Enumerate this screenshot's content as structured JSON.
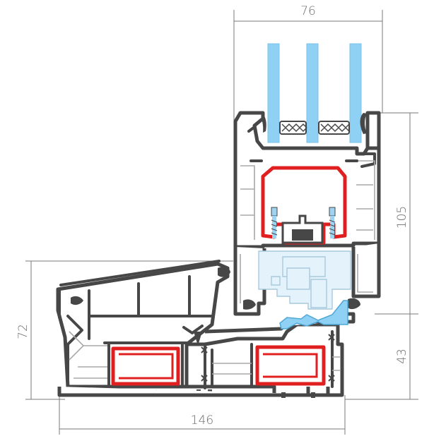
{
  "dimensions": {
    "top_width": "76",
    "sash_height": "105",
    "sill_height": "72",
    "frame_height": "43",
    "bottom_width": "146"
  },
  "colors": {
    "profile": "#474747",
    "reinforcement": "#e02020",
    "glass": "#8fd0f5",
    "hardware": "#e4f2fb",
    "dimension": "#6b6b6b"
  }
}
